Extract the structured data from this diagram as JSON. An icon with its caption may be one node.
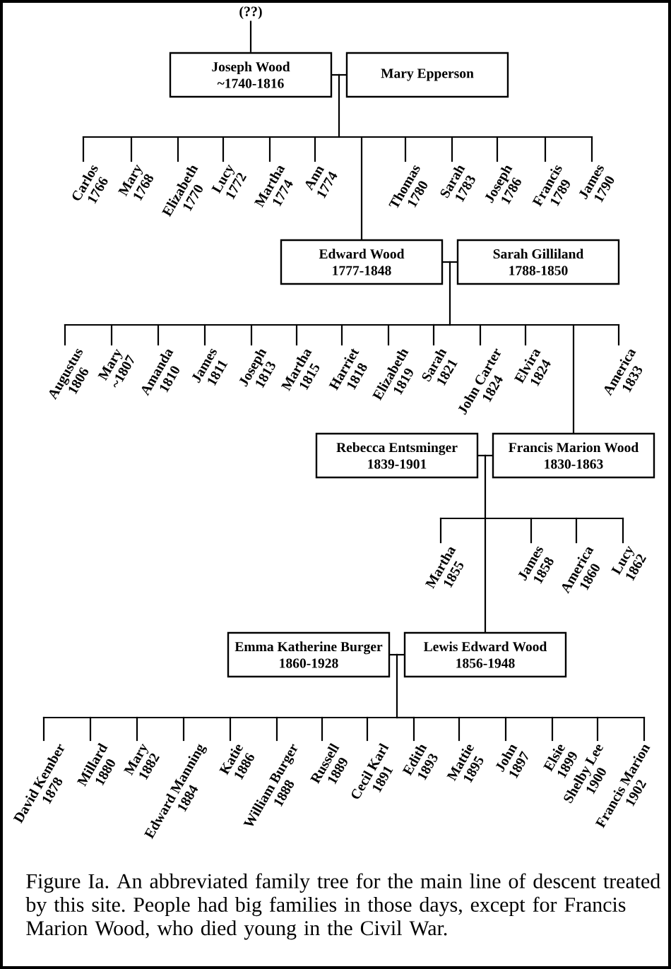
{
  "diagram": {
    "caption": "Figure Ia. An abbreviated family tree for the main line of descent treated by this site. People had big families in those days, except for Francis Marion Wood, who died young in the Civil War.",
    "nodes": [
      {
        "text": [
          "(??)"
        ]
      },
      {
        "text": [
          "Joseph Wood",
          "~1740-1816"
        ]
      },
      {
        "text": [
          "Mary Epperson"
        ]
      },
      {
        "text": [
          "Carlos",
          "1766"
        ]
      },
      {
        "text": [
          "Mary",
          "1768"
        ]
      },
      {
        "text": [
          "Elizabeth",
          "1770"
        ]
      },
      {
        "text": [
          "Lucy",
          "1772"
        ]
      },
      {
        "text": [
          "Martha",
          "1774"
        ]
      },
      {
        "text": [
          "Ann",
          "1774"
        ]
      },
      {
        "text": [
          "Thomas",
          "1780"
        ]
      },
      {
        "text": [
          "Sarah",
          "1783"
        ]
      },
      {
        "text": [
          "Joseph",
          "1786"
        ]
      },
      {
        "text": [
          "Francis",
          "1789"
        ]
      },
      {
        "text": [
          "James",
          "1790"
        ]
      },
      {
        "text": [
          "Edward Wood",
          "1777-1848"
        ]
      },
      {
        "text": [
          "Sarah Gilliland",
          "1788-1850"
        ]
      },
      {
        "text": [
          "Augustus",
          "1806"
        ]
      },
      {
        "text": [
          "Mary",
          "~1807"
        ]
      },
      {
        "text": [
          "Amanda",
          "1810"
        ]
      },
      {
        "text": [
          "James",
          "1811"
        ]
      },
      {
        "text": [
          "Joseph",
          "1813"
        ]
      },
      {
        "text": [
          "Martha",
          "1815"
        ]
      },
      {
        "text": [
          "Harriet",
          "1818"
        ]
      },
      {
        "text": [
          "Elizabeth",
          "1819"
        ]
      },
      {
        "text": [
          "Sarah",
          "1821"
        ]
      },
      {
        "text": [
          "John Carter",
          "1824"
        ]
      },
      {
        "text": [
          "Elvira",
          "1824"
        ]
      },
      {
        "text": [
          "America",
          "1833"
        ]
      },
      {
        "text": [
          "Rebecca Entsminger",
          "1839-1901"
        ]
      },
      {
        "text": [
          "Francis Marion Wood",
          "1830-1863"
        ]
      },
      {
        "text": [
          "Martha",
          "1855"
        ]
      },
      {
        "text": [
          "James",
          "1858"
        ]
      },
      {
        "text": [
          "America",
          "1860"
        ]
      },
      {
        "text": [
          "Lucy",
          "1862"
        ]
      },
      {
        "text": [
          "Emma Katherine Burger",
          "1860-1928"
        ]
      },
      {
        "text": [
          "Lewis Edward Wood",
          "1856-1948"
        ]
      },
      {
        "text": [
          "David Kember",
          "1878"
        ]
      },
      {
        "text": [
          "Millard",
          "1880"
        ]
      },
      {
        "text": [
          "Mary",
          "1882"
        ]
      },
      {
        "text": [
          "Edward Manning",
          "1884"
        ]
      },
      {
        "text": [
          "Katie",
          "1886"
        ]
      },
      {
        "text": [
          "William Burger",
          "1888"
        ]
      },
      {
        "text": [
          "Russell",
          "1889"
        ]
      },
      {
        "text": [
          "Cecil Karl",
          "1891"
        ]
      },
      {
        "text": [
          "Edith",
          "1893"
        ]
      },
      {
        "text": [
          "Mattie",
          "1895"
        ]
      },
      {
        "text": [
          "John",
          "1897"
        ]
      },
      {
        "text": [
          "Elsie",
          "1899"
        ]
      },
      {
        "text": [
          "Shelby Lee",
          "1900"
        ]
      },
      {
        "text": [
          "Francis Marion",
          "1902"
        ]
      }
    ],
    "edges": [
      {
        "from": 0,
        "to": 1,
        "arrow": "none"
      },
      {
        "from": 1,
        "to": 2,
        "arrow": "none"
      },
      {
        "from": 1,
        "to": 3,
        "arrow": "none"
      },
      {
        "from": 2,
        "to": 3,
        "arrow": "none"
      },
      {
        "from": 1,
        "to": 4,
        "arrow": "none"
      },
      {
        "from": 2,
        "to": 4,
        "arrow": "none"
      },
      {
        "from": 1,
        "to": 5,
        "arrow": "none"
      },
      {
        "from": 2,
        "to": 5,
        "arrow": "none"
      },
      {
        "from": 1,
        "to": 6,
        "arrow": "none"
      },
      {
        "from": 2,
        "to": 6,
        "arrow": "none"
      },
      {
        "from": 1,
        "to": 7,
        "arrow": "none"
      },
      {
        "from": 2,
        "to": 7,
        "arrow": "none"
      },
      {
        "from": 1,
        "to": 8,
        "arrow": "none"
      },
      {
        "from": 2,
        "to": 8,
        "arrow": "none"
      },
      {
        "from": 1,
        "to": 14,
        "arrow": "none"
      },
      {
        "from": 2,
        "to": 14,
        "arrow": "none"
      },
      {
        "from": 1,
        "to": 9,
        "arrow": "none"
      },
      {
        "from": 2,
        "to": 9,
        "arrow": "none"
      },
      {
        "from": 1,
        "to": 10,
        "arrow": "none"
      },
      {
        "from": 2,
        "to": 10,
        "arrow": "none"
      },
      {
        "from": 1,
        "to": 11,
        "arrow": "none"
      },
      {
        "from": 2,
        "to": 11,
        "arrow": "none"
      },
      {
        "from": 1,
        "to": 12,
        "arrow": "none"
      },
      {
        "from": 2,
        "to": 12,
        "arrow": "none"
      },
      {
        "from": 1,
        "to": 13,
        "arrow": "none"
      },
      {
        "from": 2,
        "to": 13,
        "arrow": "none"
      },
      {
        "from": 14,
        "to": 15,
        "arrow": "none"
      },
      {
        "from": 14,
        "to": 16,
        "arrow": "none"
      },
      {
        "from": 15,
        "to": 16,
        "arrow": "none"
      },
      {
        "from": 14,
        "to": 17,
        "arrow": "none"
      },
      {
        "from": 15,
        "to": 17,
        "arrow": "none"
      },
      {
        "from": 14,
        "to": 18,
        "arrow": "none"
      },
      {
        "from": 15,
        "to": 18,
        "arrow": "none"
      },
      {
        "from": 14,
        "to": 19,
        "arrow": "none"
      },
      {
        "from": 15,
        "to": 19,
        "arrow": "none"
      },
      {
        "from": 14,
        "to": 20,
        "arrow": "none"
      },
      {
        "from": 15,
        "to": 20,
        "arrow": "none"
      },
      {
        "from": 14,
        "to": 21,
        "arrow": "none"
      },
      {
        "from": 15,
        "to": 21,
        "arrow": "none"
      },
      {
        "from": 14,
        "to": 22,
        "arrow": "none"
      },
      {
        "from": 15,
        "to": 22,
        "arrow": "none"
      },
      {
        "from": 14,
        "to": 23,
        "arrow": "none"
      },
      {
        "from": 15,
        "to": 23,
        "arrow": "none"
      },
      {
        "from": 14,
        "to": 24,
        "arrow": "none"
      },
      {
        "from": 15,
        "to": 24,
        "arrow": "none"
      },
      {
        "from": 14,
        "to": 25,
        "arrow": "none"
      },
      {
        "from": 15,
        "to": 25,
        "arrow": "none"
      },
      {
        "from": 14,
        "to": 26,
        "arrow": "none"
      },
      {
        "from": 15,
        "to": 26,
        "arrow": "none"
      },
      {
        "from": 14,
        "to": 29,
        "arrow": "none"
      },
      {
        "from": 15,
        "to": 29,
        "arrow": "none"
      },
      {
        "from": 14,
        "to": 27,
        "arrow": "none"
      },
      {
        "from": 15,
        "to": 27,
        "arrow": "none"
      },
      {
        "from": 28,
        "to": 29,
        "arrow": "none"
      },
      {
        "from": 28,
        "to": 30,
        "arrow": "none"
      },
      {
        "from": 29,
        "to": 30,
        "arrow": "none"
      },
      {
        "from": 28,
        "to": 35,
        "arrow": "none"
      },
      {
        "from": 29,
        "to": 35,
        "arrow": "none"
      },
      {
        "from": 28,
        "to": 31,
        "arrow": "none"
      },
      {
        "from": 29,
        "to": 31,
        "arrow": "none"
      },
      {
        "from": 28,
        "to": 32,
        "arrow": "none"
      },
      {
        "from": 29,
        "to": 32,
        "arrow": "none"
      },
      {
        "from": 28,
        "to": 33,
        "arrow": "none"
      },
      {
        "from": 29,
        "to": 33,
        "arrow": "none"
      },
      {
        "from": 34,
        "to": 35,
        "arrow": "none"
      },
      {
        "from": 34,
        "to": 36,
        "arrow": "none"
      },
      {
        "from": 35,
        "to": 36,
        "arrow": "none"
      },
      {
        "from": 34,
        "to": 37,
        "arrow": "none"
      },
      {
        "from": 35,
        "to": 37,
        "arrow": "none"
      },
      {
        "from": 34,
        "to": 38,
        "arrow": "none"
      },
      {
        "from": 35,
        "to": 38,
        "arrow": "none"
      },
      {
        "from": 34,
        "to": 39,
        "arrow": "none"
      },
      {
        "from": 35,
        "to": 39,
        "arrow": "none"
      },
      {
        "from": 34,
        "to": 40,
        "arrow": "none"
      },
      {
        "from": 35,
        "to": 40,
        "arrow": "none"
      },
      {
        "from": 34,
        "to": 41,
        "arrow": "none"
      },
      {
        "from": 35,
        "to": 41,
        "arrow": "none"
      },
      {
        "from": 34,
        "to": 42,
        "arrow": "none"
      },
      {
        "from": 35,
        "to": 42,
        "arrow": "none"
      },
      {
        "from": 34,
        "to": 43,
        "arrow": "none"
      },
      {
        "from": 35,
        "to": 43,
        "arrow": "none"
      },
      {
        "from": 34,
        "to": 44,
        "arrow": "none"
      },
      {
        "from": 35,
        "to": 44,
        "arrow": "none"
      },
      {
        "from": 34,
        "to": 45,
        "arrow": "none"
      },
      {
        "from": 35,
        "to": 45,
        "arrow": "none"
      },
      {
        "from": 34,
        "to": 46,
        "arrow": "none"
      },
      {
        "from": 35,
        "to": 46,
        "arrow": "none"
      },
      {
        "from": 34,
        "to": 47,
        "arrow": "none"
      },
      {
        "from": 35,
        "to": 47,
        "arrow": "none"
      },
      {
        "from": 34,
        "to": 48,
        "arrow": "none"
      },
      {
        "from": 35,
        "to": 48,
        "arrow": "none"
      },
      {
        "from": 34,
        "to": 49,
        "arrow": "none"
      },
      {
        "from": 35,
        "to": 49,
        "arrow": "none"
      }
    ]
  }
}
